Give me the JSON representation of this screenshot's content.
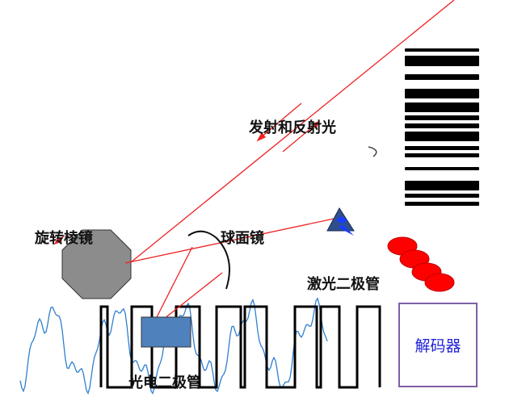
{
  "labels": {
    "emit_reflect_light": "发射和反射光",
    "rotating_prism": "旋转棱镜",
    "spherical_mirror": "球面镜",
    "laser_diode": "激光二极管",
    "photodiode": "光电二极管",
    "decoder": "解码器"
  },
  "colors": {
    "laser_beam": "#ee2222",
    "prism": "#8c8c8c",
    "photodiode": "#4f81bd",
    "decoder_border": "#7f5fa6",
    "decoder_text": "#1f1fd8",
    "analog_signal": "#2f7fd0",
    "digital_signal": "#000000",
    "laser_dots": "#ff0000"
  }
}
